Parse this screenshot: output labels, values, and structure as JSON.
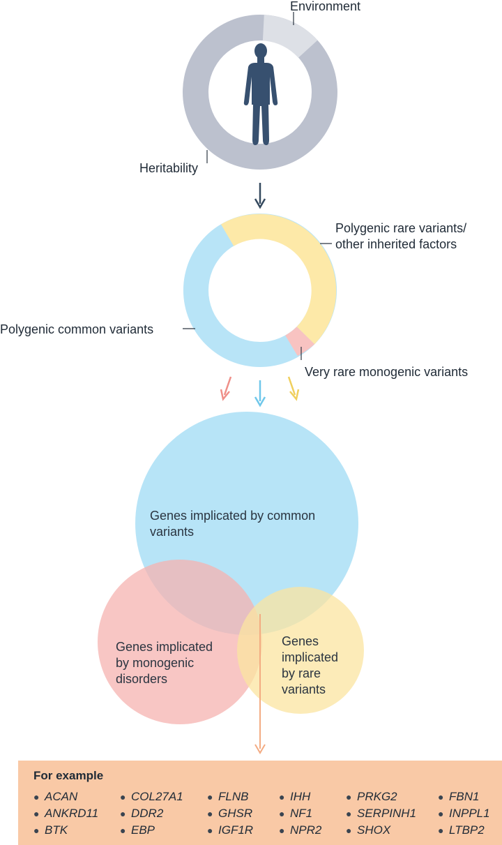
{
  "top_donut": {
    "environment_label": "Environment",
    "heritability_label": "Heritability",
    "colors": {
      "heritability": "#bcc1ce",
      "environment": "#dde0e6",
      "figure": "#37506f"
    }
  },
  "middle_donut": {
    "label_rare_line1": "Polygenic rare variants/",
    "label_rare_line2": "other inherited factors",
    "label_common": "Polygenic common variants",
    "label_monogenic": "Very rare monogenic variants",
    "colors": {
      "common": "#b8e4f7",
      "rare": "#fde9a8",
      "monogenic": "#f8c3c1"
    }
  },
  "venn": {
    "common_line1": "Genes implicated by common",
    "common_line2": "variants",
    "monogenic_line1": "Genes implicated",
    "monogenic_line2": "by monogenic",
    "monogenic_line3": "disorders",
    "rare_line1": "Genes",
    "rare_line2": "implicated",
    "rare_line3": "by rare",
    "rare_line4": "variants",
    "colors": {
      "common": "#aadff6",
      "monogenic": "#f6b3b0",
      "rare": "#fbe4a0"
    }
  },
  "arrows": {
    "colors": {
      "main": "#34495e",
      "red": "#ef8f88",
      "blue": "#6fc7ea",
      "yellow": "#f0cf5c",
      "orange": "#f3ab82"
    }
  },
  "examples": {
    "title": "For example",
    "columns": [
      [
        "ACAN",
        "ANKRD11",
        "BTK"
      ],
      [
        "COL27A1",
        "DDR2",
        "EBP"
      ],
      [
        "FLNB",
        "GHSR",
        "IGF1R"
      ],
      [
        "IHH",
        "NF1",
        "NPR2"
      ],
      [
        "PRKG2",
        "SERPINH1",
        "SHOX"
      ],
      [
        "FBN1",
        "INPPL1",
        "LTBP2"
      ]
    ]
  }
}
